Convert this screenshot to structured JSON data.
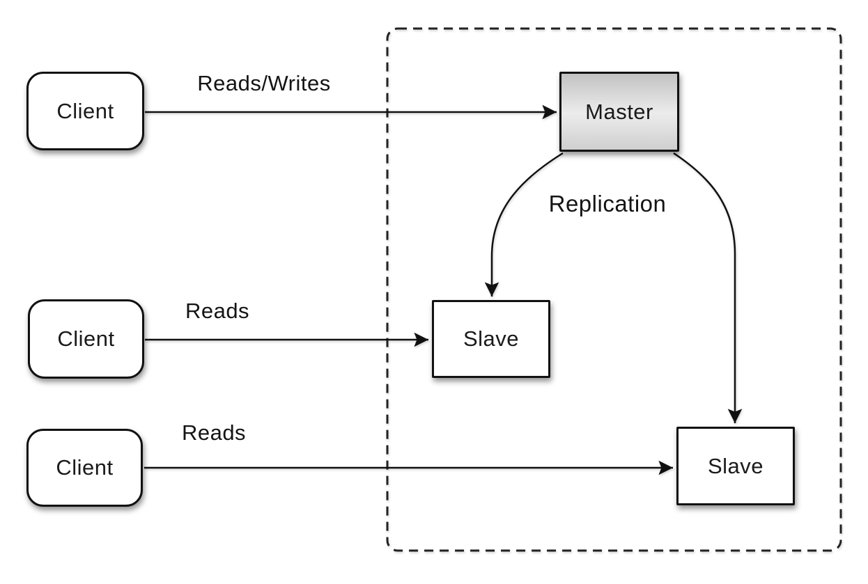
{
  "diagram": {
    "nodes": {
      "client1": {
        "label": "Client"
      },
      "client2": {
        "label": "Client"
      },
      "client3": {
        "label": "Client"
      },
      "master": {
        "label": "Master"
      },
      "slave1": {
        "label": "Slave"
      },
      "slave2": {
        "label": "Slave"
      }
    },
    "edges": {
      "reads_writes": {
        "label": "Reads/Writes"
      },
      "reads_mid": {
        "label": "Reads"
      },
      "reads_bottom": {
        "label": "Reads"
      },
      "replication": {
        "label": "Replication"
      }
    },
    "colors": {
      "line": "#111111",
      "node_border": "#111111",
      "node_fill": "#ffffff",
      "master_gradient_top": "#c2c2c2",
      "master_gradient_mid": "#ececec",
      "master_gradient_bottom": "#cfcfcf",
      "background": "#ffffff"
    }
  }
}
